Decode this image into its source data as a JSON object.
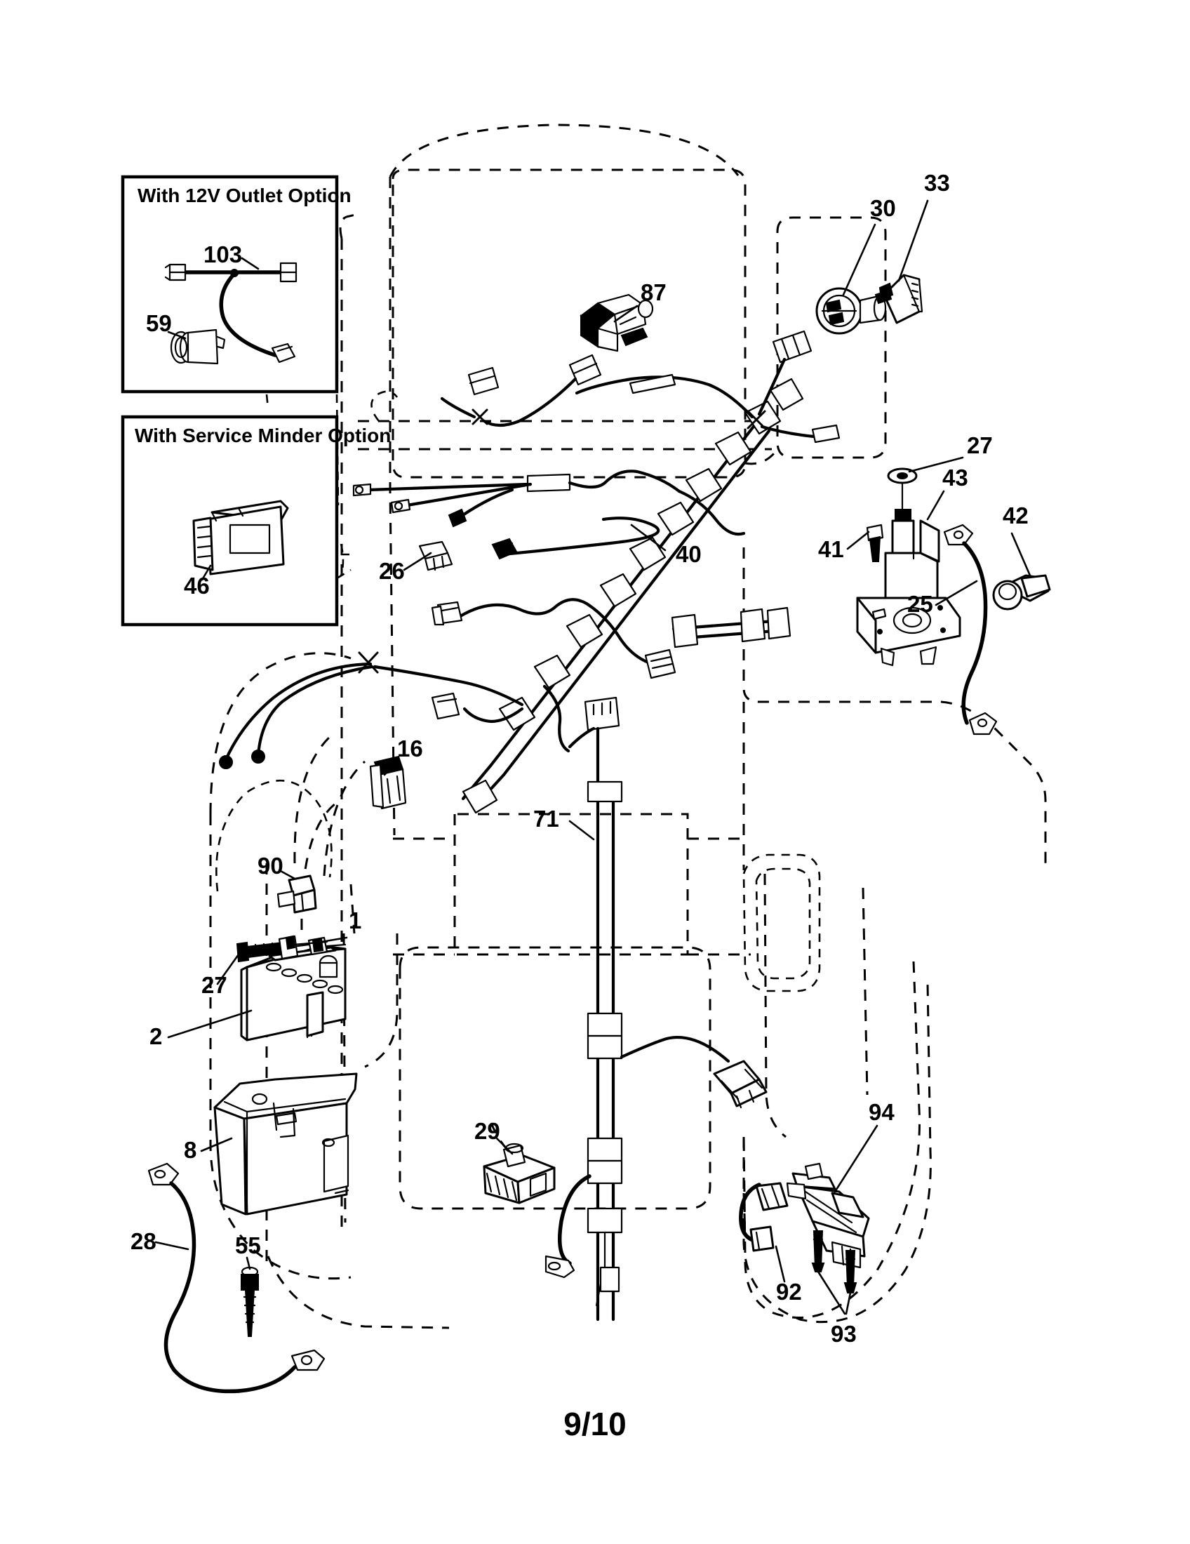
{
  "document": {
    "type": "parts-diagram",
    "subject": "Lawn tractor electrical wiring harness exploded parts view",
    "page_number": "9/10",
    "line_color": "#000000",
    "background_color": "#ffffff"
  },
  "insets": [
    {
      "id": "inset-12v-outlet",
      "title": "With 12V Outlet Option",
      "callouts": [
        {
          "ref": "103",
          "label": "103",
          "part": "wire-harness-12v-adapter"
        },
        {
          "ref": "59",
          "label": "59",
          "part": "12v-outlet-socket"
        }
      ]
    },
    {
      "id": "inset-service-minder",
      "title": "With Service Minder Option",
      "callouts": [
        {
          "ref": "46",
          "label": "46",
          "part": "service-minder-display-module"
        }
      ]
    }
  ],
  "callouts": [
    {
      "ref": "87",
      "label": "87",
      "part": "relay-connector"
    },
    {
      "ref": "30",
      "label": "30",
      "part": "ignition-switch"
    },
    {
      "ref": "33",
      "label": "33",
      "part": "ignition-switch-cover"
    },
    {
      "ref": "27",
      "label": "27",
      "part": "nut-hex"
    },
    {
      "ref": "43",
      "label": "43",
      "part": "starter-solenoid-bracket"
    },
    {
      "ref": "41",
      "label": "41",
      "part": "bolt-screw"
    },
    {
      "ref": "25",
      "label": "25",
      "part": "battery-cable-positive"
    },
    {
      "ref": "42",
      "label": "42",
      "part": "cable-terminal-boot"
    },
    {
      "ref": "26",
      "label": "26",
      "part": "wire-clip"
    },
    {
      "ref": "40",
      "label": "40",
      "part": "main-wiring-harness"
    },
    {
      "ref": "16",
      "label": "16",
      "part": "fuse-holder"
    },
    {
      "ref": "90",
      "label": "90",
      "part": "connector-terminal"
    },
    {
      "ref": "27b",
      "label": "27",
      "part": "nut-hex-battery"
    },
    {
      "ref": "2",
      "label": "2",
      "part": "battery-bolt"
    },
    {
      "ref": "1",
      "label": "1",
      "part": "battery"
    },
    {
      "ref": "8",
      "label": "8",
      "part": "battery-tray"
    },
    {
      "ref": "28",
      "label": "28",
      "part": "ground-cable-negative"
    },
    {
      "ref": "55",
      "label": "55",
      "part": "ground-screw"
    },
    {
      "ref": "71",
      "label": "71",
      "part": "harness-ground-strap"
    },
    {
      "ref": "29",
      "label": "29",
      "part": "pto-switch"
    },
    {
      "ref": "94",
      "label": "94",
      "part": "seat-switch-assembly"
    },
    {
      "ref": "92",
      "label": "92",
      "part": "seat-switch-connector"
    },
    {
      "ref": "93",
      "label": "93",
      "part": "seat-switch-screws"
    }
  ],
  "footer": {
    "page_number": "9/10"
  }
}
